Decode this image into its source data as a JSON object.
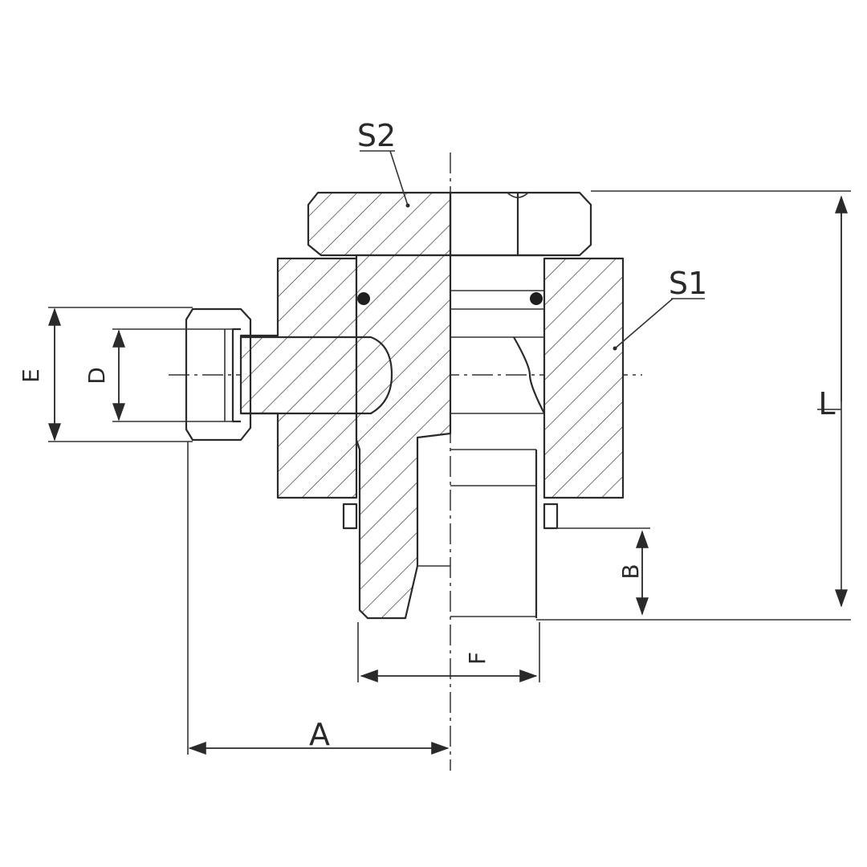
{
  "labels": {
    "s2": "S2",
    "s1": "S1",
    "e": "E",
    "d": "D",
    "l": "L",
    "b": "B",
    "f": "F",
    "a": "A"
  }
}
